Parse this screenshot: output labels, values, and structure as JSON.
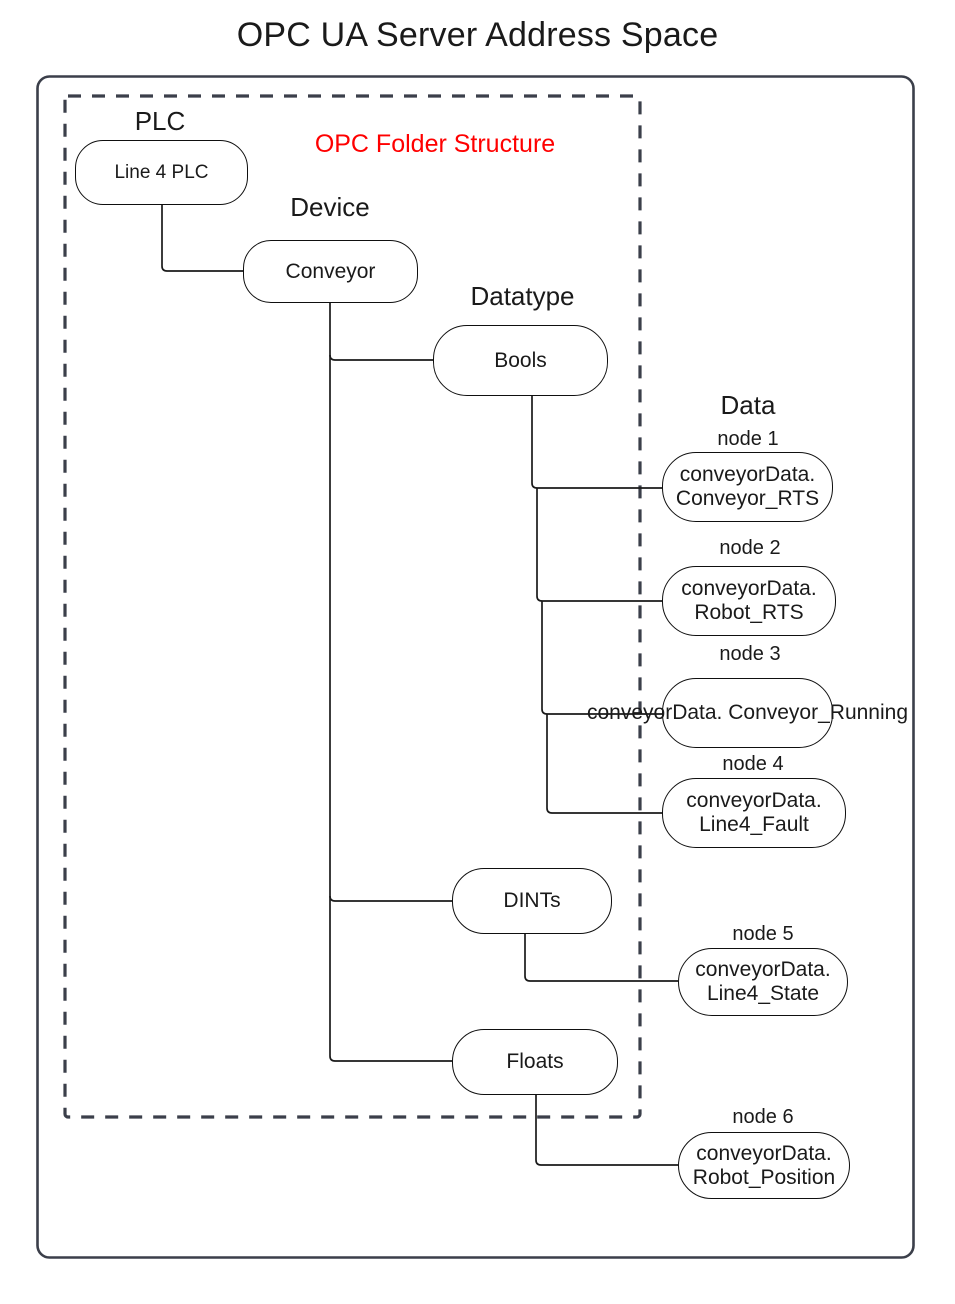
{
  "title": "OPC UA Server Address Space",
  "annotation": {
    "folder_structure_label": "OPC Folder Structure",
    "folder_structure_color": "#ff0000"
  },
  "colors": {
    "outer_border": "#3b3f4a",
    "dashed_border": "#3b3f4a",
    "node_border": "#0f0f0f",
    "connector": "#1a1a1a",
    "text": "#1a1a1a",
    "background": "#ffffff"
  },
  "columns": [
    {
      "key": "plc",
      "label": "PLC"
    },
    {
      "key": "device",
      "label": "Device"
    },
    {
      "key": "datatype",
      "label": "Datatype"
    },
    {
      "key": "data",
      "label": "Data"
    }
  ],
  "nodes": {
    "plc": {
      "label": "Line 4 PLC"
    },
    "device": {
      "label": "Conveyor"
    },
    "datatypes": [
      {
        "label": "Bools"
      },
      {
        "label": "DINTs"
      },
      {
        "label": "Floats"
      }
    ],
    "data": [
      {
        "tag": "node 1",
        "label": "conveyorData.\nConveyor_RTS",
        "parent": "Bools"
      },
      {
        "tag": "node 2",
        "label": "conveyorData.\nRobot_RTS",
        "parent": "Bools"
      },
      {
        "tag": "node 3",
        "label": "conveyorData.\nConveyor_Running",
        "parent": "Bools"
      },
      {
        "tag": "node 4",
        "label": "conveyorData.\nLine4_Fault",
        "parent": "Bools"
      },
      {
        "tag": "node 5",
        "label": "conveyorData.\nLine4_State",
        "parent": "DINTs"
      },
      {
        "tag": "node 6",
        "label": "conveyorData.\nRobot_Position",
        "parent": "Floats"
      }
    ]
  }
}
